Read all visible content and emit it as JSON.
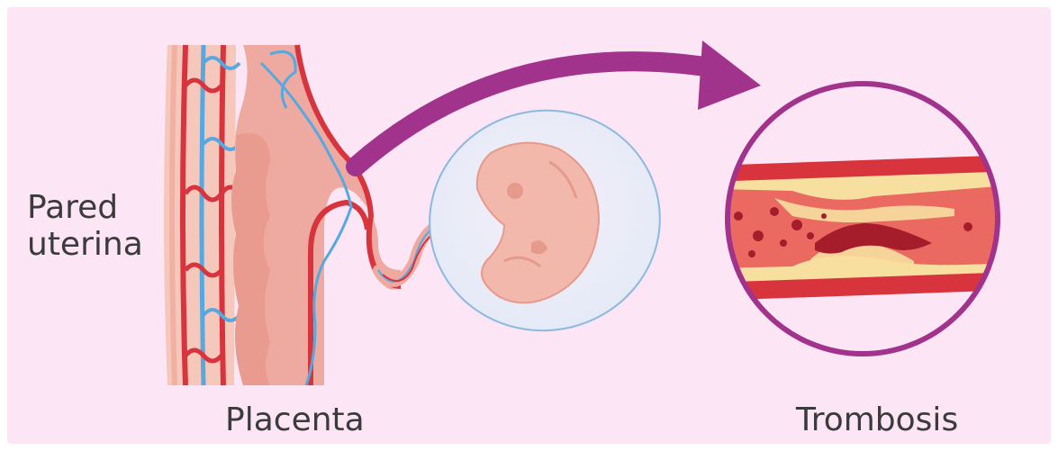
{
  "labels": {
    "uterine_wall_line1": "Pared",
    "uterine_wall_line2": "uterina",
    "placenta": "Placenta",
    "thrombosis": "Trombosis"
  },
  "colors": {
    "background": "#fce5f4",
    "accent_arrow": "#a2338c",
    "vessel_red": "#d8343d",
    "vessel_blue": "#56a8e0",
    "tissue_pink": "#eea9a1",
    "clot_dark": "#a51c2b",
    "plaque_yellow": "#f7dfa0"
  }
}
